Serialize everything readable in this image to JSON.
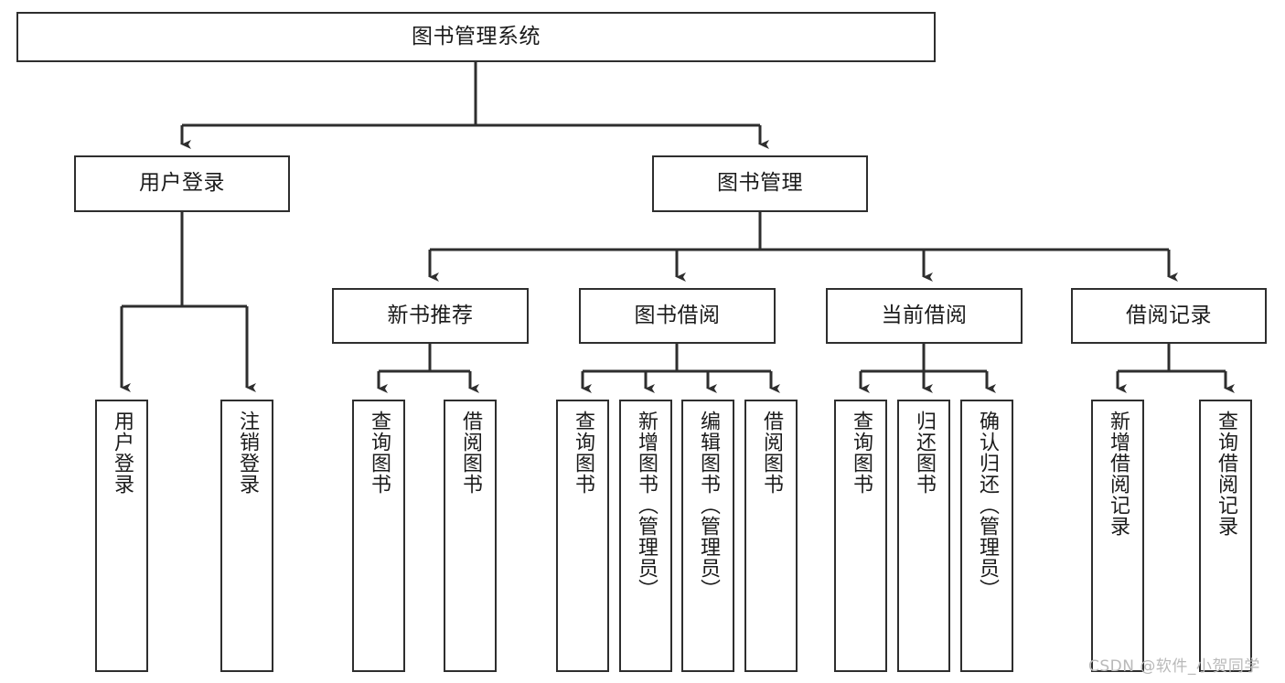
{
  "diagram": {
    "title": "图书管理系统",
    "type": "hierarchy-tree",
    "watermark": "CSDN @软件_小贺同学",
    "colors": {
      "stroke": "#2e2e2e",
      "fill": "#ffffff",
      "text": "#1b1b1b",
      "watermark": "#b9b9b9"
    },
    "levels": {
      "root": {
        "label": "图书管理系统"
      },
      "level2": [
        {
          "label": "用户登录"
        },
        {
          "label": "图书管理"
        }
      ],
      "level3": [
        {
          "label": "新书推荐"
        },
        {
          "label": "图书借阅"
        },
        {
          "label": "当前借阅"
        },
        {
          "label": "借阅记录"
        }
      ],
      "leaves": {
        "user_login": [
          {
            "label": "用户登录"
          },
          {
            "label": "注销登录"
          }
        ],
        "new_book": [
          {
            "label": "查询图书"
          },
          {
            "label": "借阅图书"
          }
        ],
        "book_borrow": [
          {
            "label": "查询图书"
          },
          {
            "label": "新增图书（管理员）"
          },
          {
            "label": "编辑图书（管理员）"
          },
          {
            "label": "借阅图书"
          }
        ],
        "current_borrow": [
          {
            "label": "查询图书"
          },
          {
            "label": "归还图书"
          },
          {
            "label": "确认归还（管理员）"
          }
        ],
        "borrow_record": [
          {
            "label": "新增借阅记录"
          },
          {
            "label": "查询借阅记录"
          }
        ]
      }
    }
  }
}
